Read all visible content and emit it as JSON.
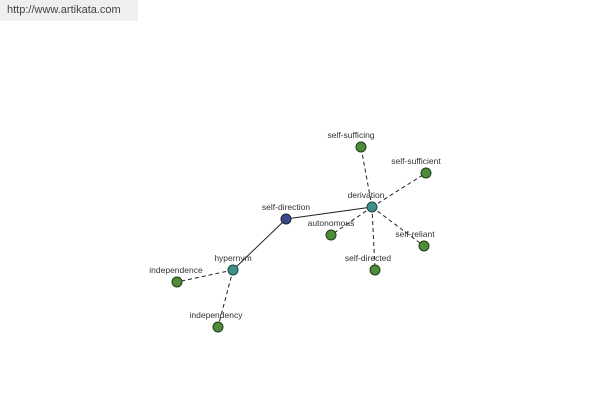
{
  "banner": {
    "url": "http://www.artikata.com"
  },
  "graph": {
    "nodes": [
      {
        "id": "self-direction",
        "label": "self-direction",
        "kind": "root"
      },
      {
        "id": "derivation",
        "label": "derivation",
        "kind": "relation"
      },
      {
        "id": "hypernym",
        "label": "hypernym",
        "kind": "relation"
      },
      {
        "id": "self-sufficing",
        "label": "self-sufficing",
        "kind": "leaf"
      },
      {
        "id": "self-sufficient",
        "label": "self-sufficient",
        "kind": "leaf"
      },
      {
        "id": "autonomous",
        "label": "autonomous",
        "kind": "leaf"
      },
      {
        "id": "self-reliant",
        "label": "self-reliant",
        "kind": "leaf"
      },
      {
        "id": "self-directed",
        "label": "self-directed",
        "kind": "leaf"
      },
      {
        "id": "independence",
        "label": "independence",
        "kind": "leaf"
      },
      {
        "id": "independency",
        "label": "independency",
        "kind": "leaf"
      }
    ],
    "edges": [
      {
        "from": "self-direction",
        "to": "derivation",
        "style": "solid"
      },
      {
        "from": "self-direction",
        "to": "hypernym",
        "style": "solid"
      },
      {
        "from": "derivation",
        "to": "self-sufficing",
        "style": "dashed"
      },
      {
        "from": "derivation",
        "to": "self-sufficient",
        "style": "dashed"
      },
      {
        "from": "derivation",
        "to": "autonomous",
        "style": "dashed"
      },
      {
        "from": "derivation",
        "to": "self-reliant",
        "style": "dashed"
      },
      {
        "from": "derivation",
        "to": "self-directed",
        "style": "dashed"
      },
      {
        "from": "hypernym",
        "to": "independence",
        "style": "dashed"
      },
      {
        "from": "hypernym",
        "to": "independency",
        "style": "dashed"
      }
    ],
    "colors": {
      "leaf": "#4e8c3a",
      "relation": "#3f8f8a",
      "root": "#3a4b8c"
    }
  }
}
